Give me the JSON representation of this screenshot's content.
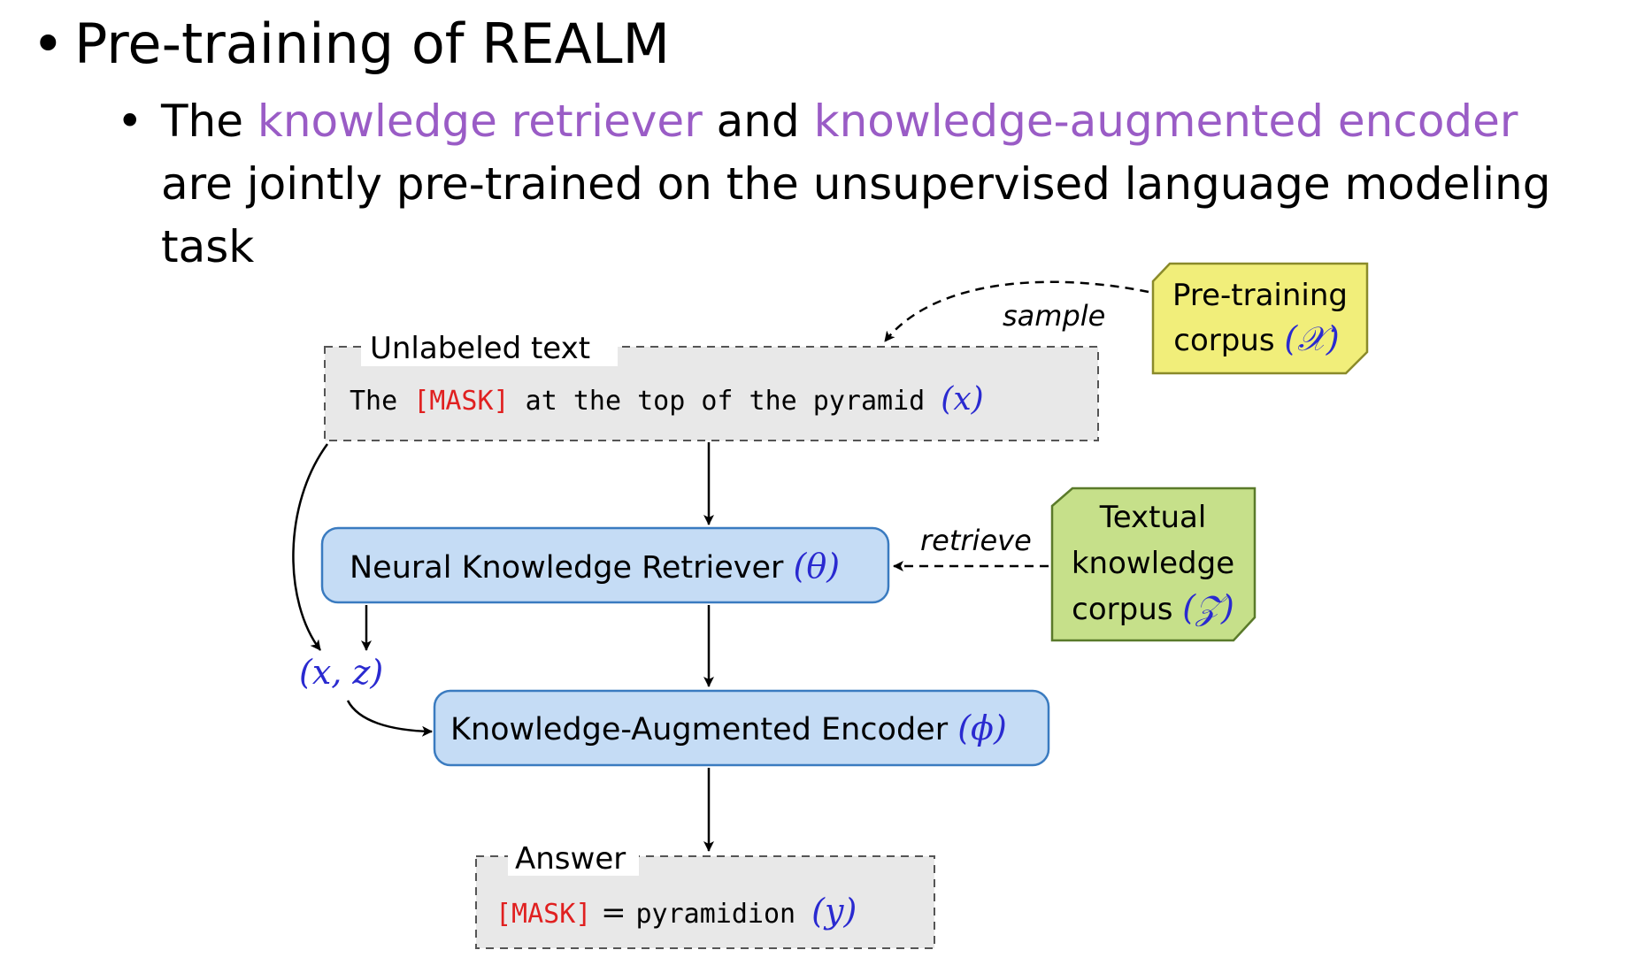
{
  "slide": {
    "bullet1": "Pre-training of REALM",
    "bullet2_parts": [
      "The ",
      "knowledge retriever",
      " and ",
      "knowledge-augmented encoder",
      " are jointly pre-trained on the unsupervised language modeling task"
    ],
    "bullet_glyph": "•"
  },
  "diagram": {
    "unlabeled_label": "Unlabeled text",
    "input_tokens": [
      "The ",
      "[MASK]",
      " at the top of the pyramid "
    ],
    "input_var": "(x)",
    "pretraining_corpus_line1": "Pre-training",
    "pretraining_corpus_line2": "corpus ",
    "pretraining_corpus_var": "(𝒳)",
    "sample_label": "sample",
    "retriever_label": "Neural Knowledge Retriever ",
    "retriever_var": "(θ)",
    "retrieve_label": "retrieve",
    "knowledge_corpus_line1": "Textual",
    "knowledge_corpus_line2": "knowledge",
    "knowledge_corpus_line3": "corpus ",
    "knowledge_corpus_var": "(𝒵)",
    "pair_var": "(x, z)",
    "encoder_label": "Knowledge-Augmented Encoder ",
    "encoder_var": "(ϕ)",
    "answer_label": "Answer",
    "answer_mask": "[MASK]",
    "answer_eq": " = ",
    "answer_word": "pyramidion",
    "answer_var": "(y)"
  },
  "colors": {
    "purple": "#9a5cc6",
    "mask_red": "#e02020",
    "var_blue": "#2a2ad0",
    "retriever_fill": "#c5dcf5",
    "retriever_stroke": "#3a7bc0",
    "yellow_fill": "#f1ee7a",
    "yellow_stroke": "#8a8a2a",
    "green_fill": "#c6e08a",
    "green_stroke": "#5a7a2a",
    "gray_fill": "#e8e8e8"
  }
}
